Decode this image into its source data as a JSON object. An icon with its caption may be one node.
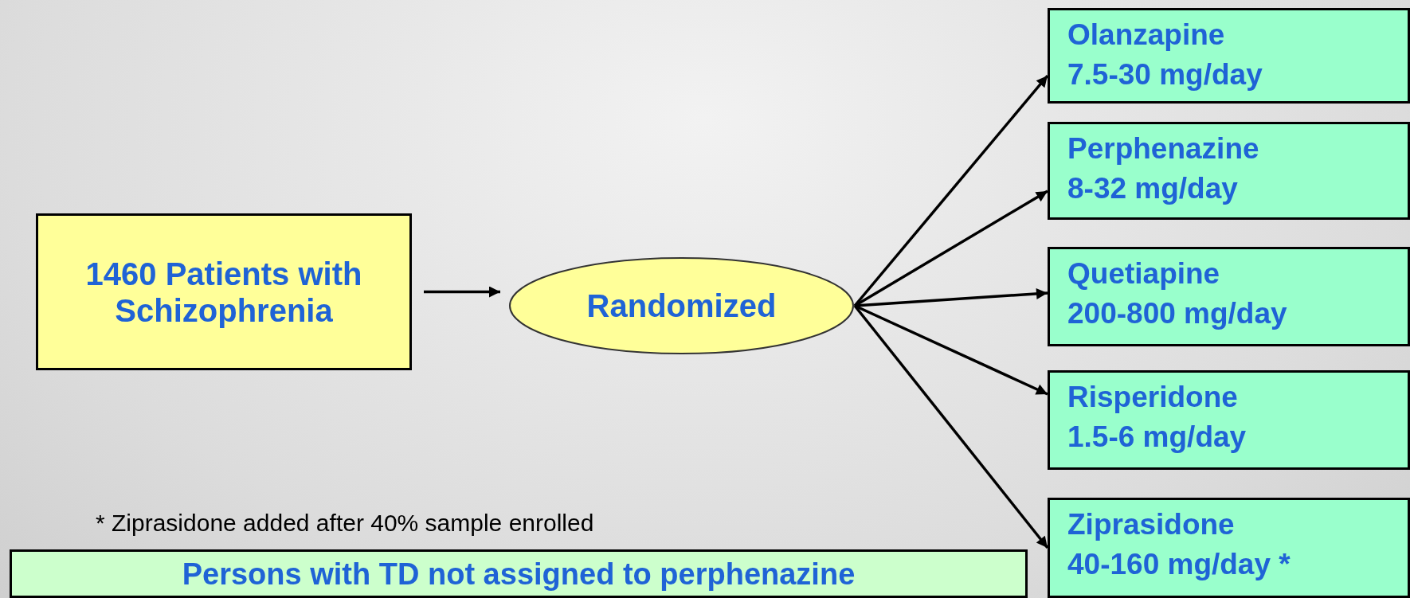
{
  "diagram": {
    "nodes": [
      {
        "text": [
          "1460 Patients with Schizophrenia"
        ]
      },
      {
        "text": [
          "Randomized"
        ]
      },
      {
        "text": [
          "Olanzapine",
          "7.5-30 mg/day"
        ]
      },
      {
        "text": [
          "Perphenazine",
          "8-32 mg/day"
        ]
      },
      {
        "text": [
          "Quetiapine",
          "200-800 mg/day"
        ]
      },
      {
        "text": [
          "Risperidone",
          "1.5-6 mg/day"
        ]
      },
      {
        "text": [
          "Ziprasidone",
          "40-160 mg/day *"
        ]
      },
      {
        "text": [
          "Persons with TD not assigned to perphenazine"
        ]
      }
    ],
    "edges": [
      {
        "from": 0,
        "to": 1,
        "arrow": "to"
      },
      {
        "from": 1,
        "to": 2,
        "arrow": "to"
      },
      {
        "from": 1,
        "to": 3,
        "arrow": "to"
      },
      {
        "from": 1,
        "to": 4,
        "arrow": "to"
      },
      {
        "from": 1,
        "to": 5,
        "arrow": "to"
      },
      {
        "from": 1,
        "to": 6,
        "arrow": "to"
      }
    ],
    "labels": [
      "* Ziprasidone added after 40% sample enrolled"
    ]
  }
}
